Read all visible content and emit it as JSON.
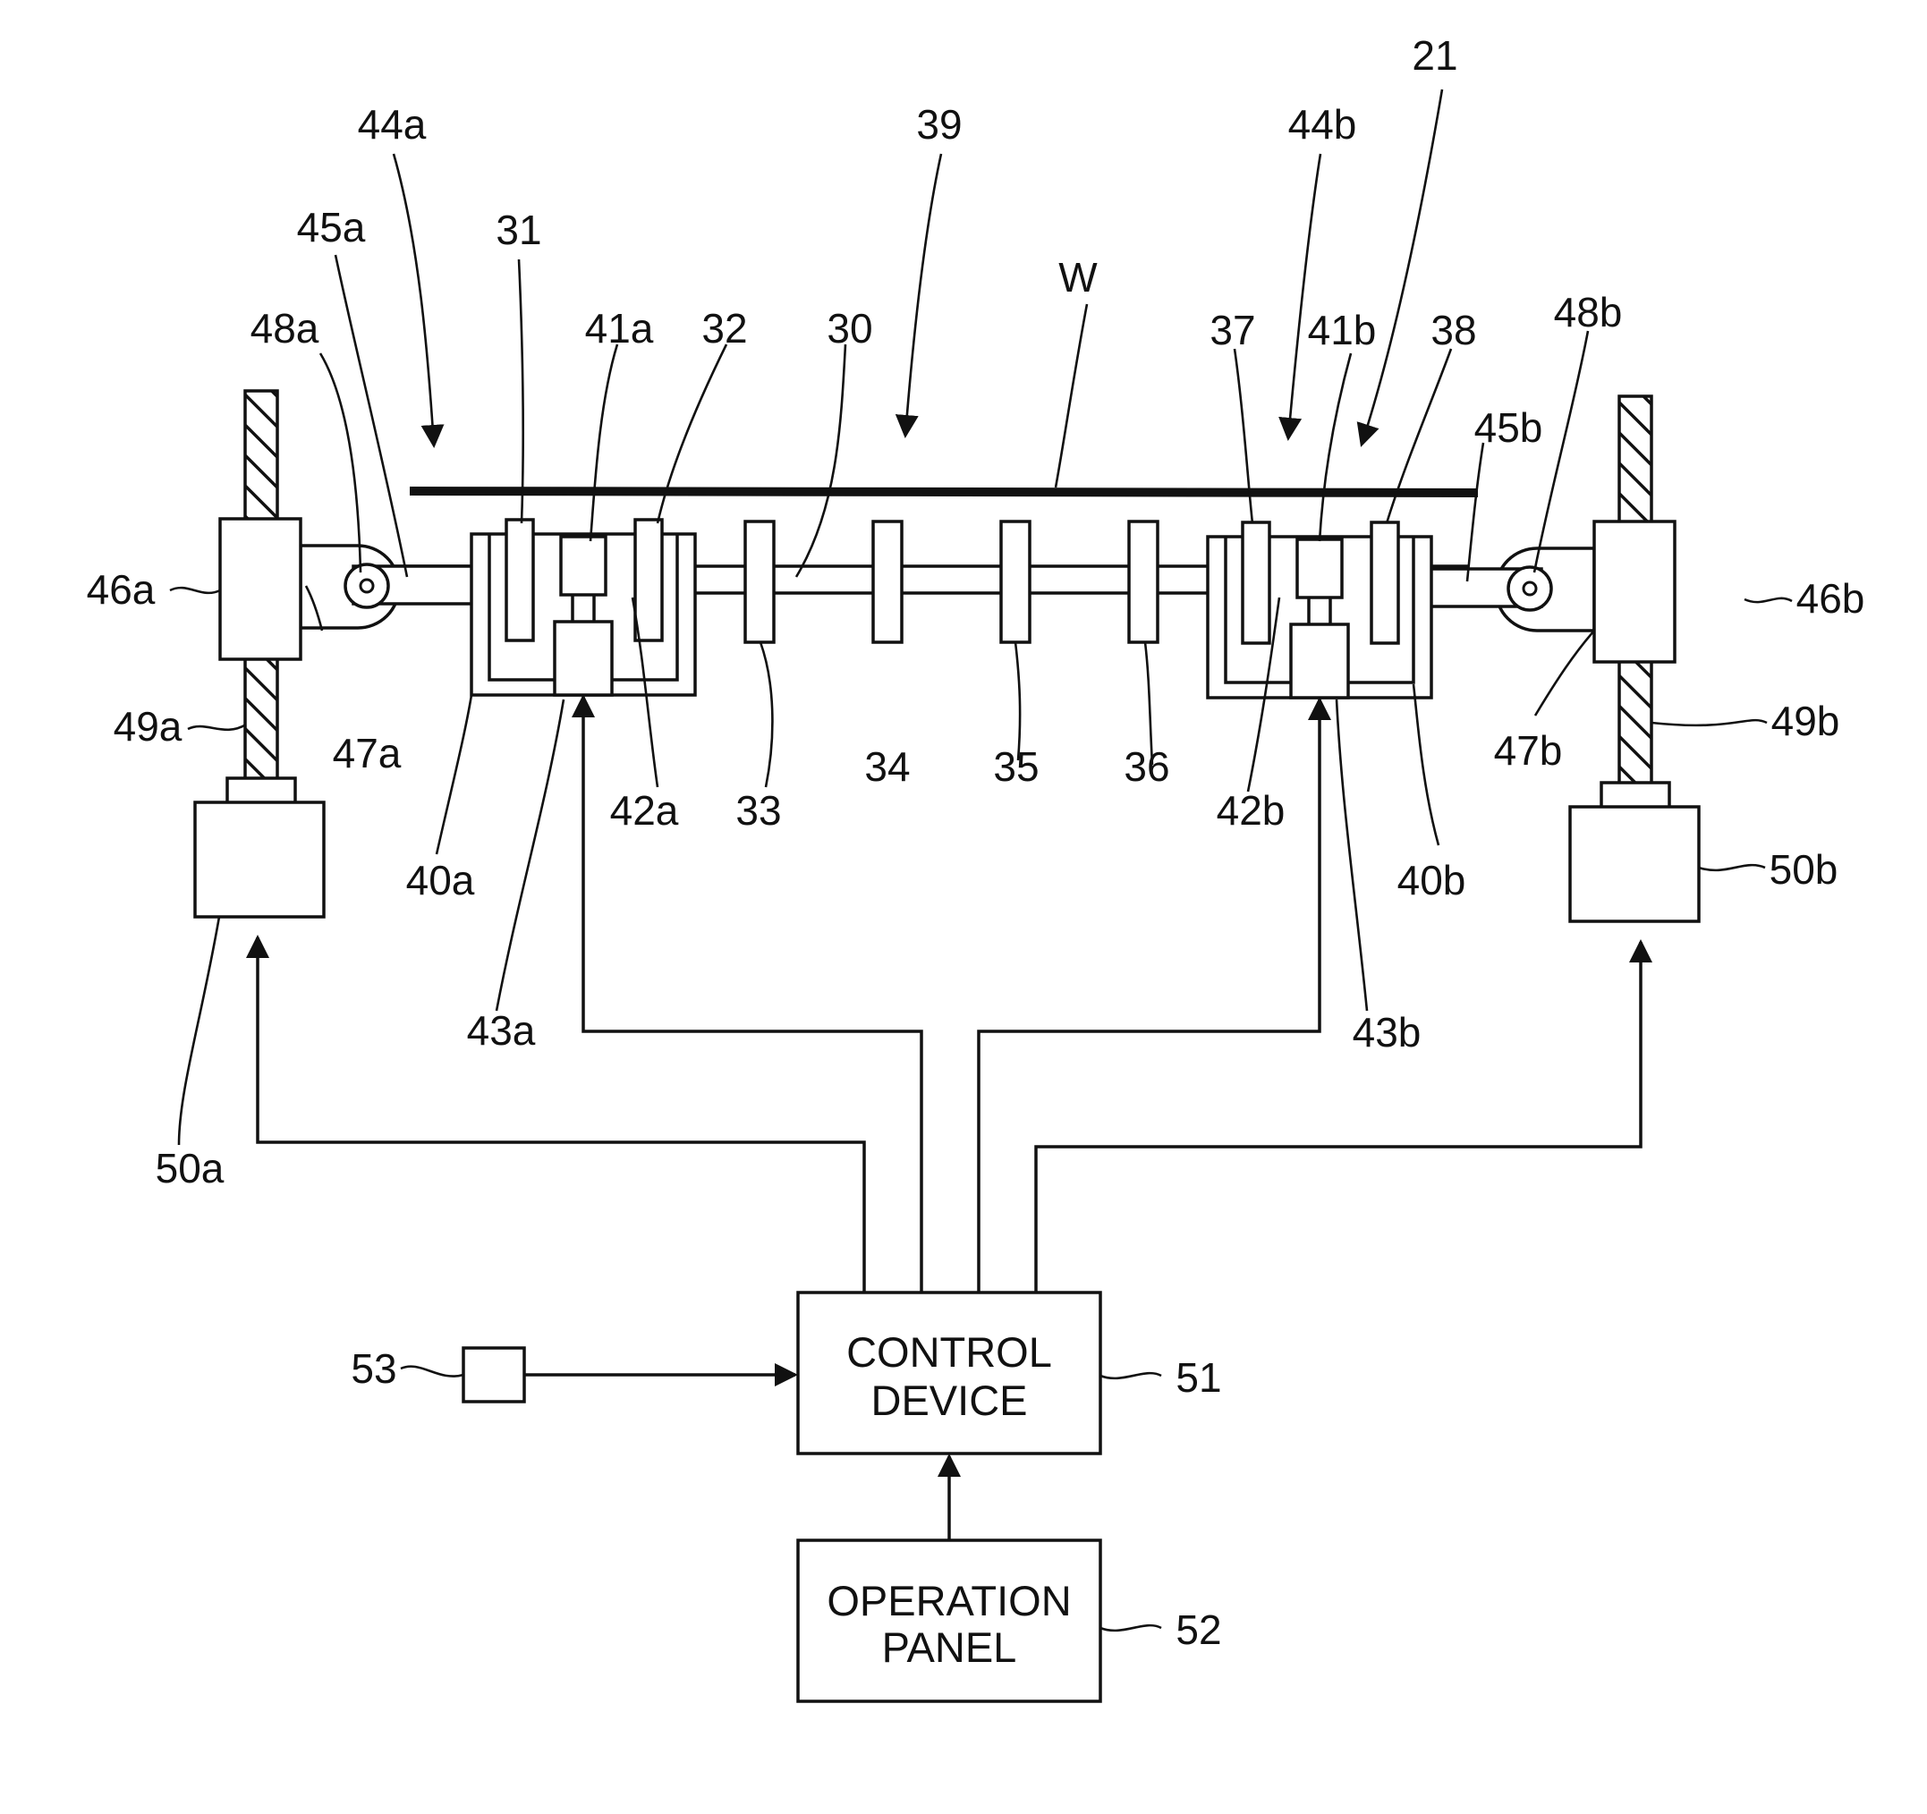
{
  "figure": {
    "labels": {
      "l21": "21",
      "l30": "30",
      "l31": "31",
      "l32": "32",
      "l33": "33",
      "l34": "34",
      "l35": "35",
      "l36": "36",
      "l37": "37",
      "l38": "38",
      "l39": "39",
      "l40a": "40a",
      "l40b": "40b",
      "l41a": "41a",
      "l41b": "41b",
      "l42a": "42a",
      "l42b": "42b",
      "l43a": "43a",
      "l43b": "43b",
      "l44a": "44a",
      "l44b": "44b",
      "l45a": "45a",
      "l45b": "45b",
      "l46a": "46a",
      "l46b": "46b",
      "l47a": "47a",
      "l47b": "47b",
      "l48a": "48a",
      "l48b": "48b",
      "l49a": "49a",
      "l49b": "49b",
      "l50a": "50a",
      "l50b": "50b",
      "l51": "51",
      "l52": "52",
      "l53": "53",
      "W": "W"
    },
    "control_device": {
      "line1": "CONTROL",
      "line2": "DEVICE"
    },
    "operation_panel": {
      "line1": "OPERATION",
      "line2": "PANEL"
    }
  }
}
